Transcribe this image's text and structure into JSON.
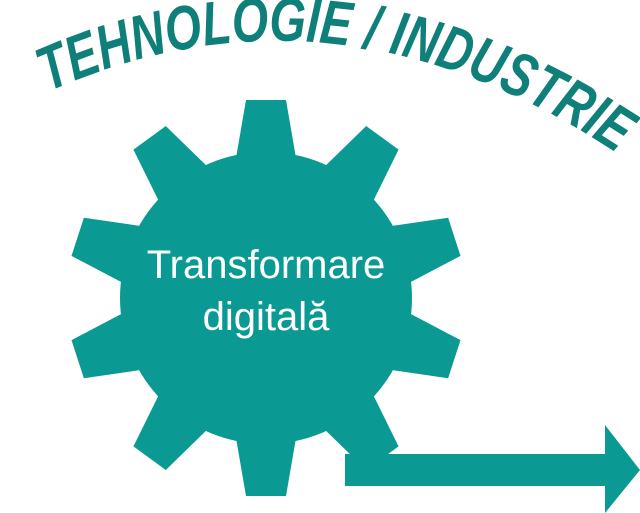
{
  "heading": "TEHNOLOGIE / INDUSTRIE",
  "gear": {
    "line1": "Transformare",
    "line2": "digitală"
  },
  "colors": {
    "primary": "#0a9a93",
    "heading": "#0e7f79",
    "background": "#ffffff"
  },
  "icons": [
    "gear-icon",
    "arrow-right-icon"
  ]
}
